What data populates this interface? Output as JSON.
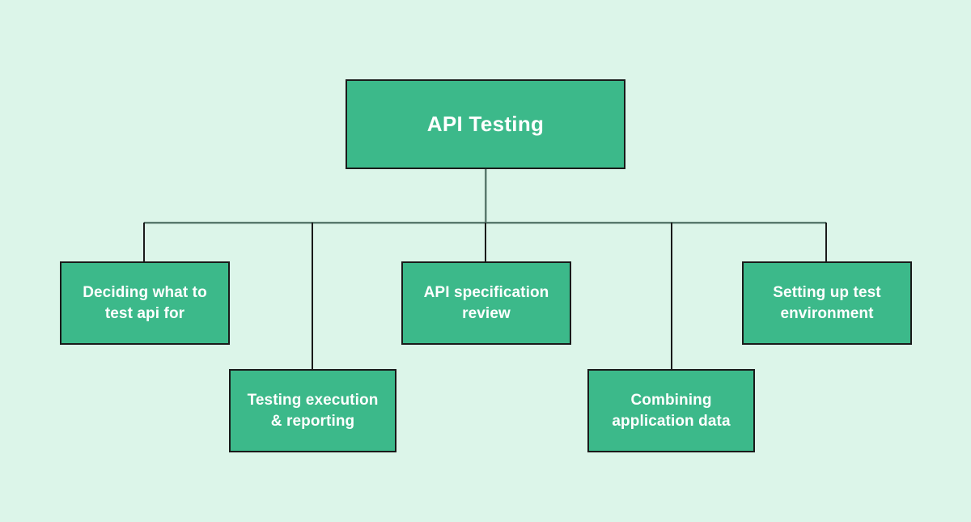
{
  "diagram": {
    "title": "API Testing",
    "type": "tree",
    "background_color": "#dcf5e9",
    "node_fill_color": "#3cb98a",
    "node_border_color": "#1a1a1a",
    "node_text_color": "#ffffff",
    "connector_color": "#5a7a6e",
    "root": {
      "label": "API Testing"
    },
    "children": [
      {
        "label": "Deciding what to test api for"
      },
      {
        "label": "Testing execution & reporting"
      },
      {
        "label": "API specification review"
      },
      {
        "label": "Combining application data"
      },
      {
        "label": "Setting up test environment"
      }
    ]
  }
}
